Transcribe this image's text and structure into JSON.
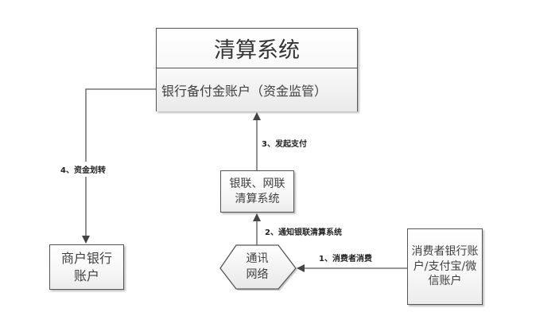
{
  "diagram": {
    "clearing_system": {
      "title": "清算系统",
      "subtitle": "银行备付金账户（资金监管）"
    },
    "unionpay_box": {
      "line1": "银联、网联",
      "line2": "清算系统"
    },
    "network_hex": {
      "line1": "通讯",
      "line2": "网络"
    },
    "merchant_box": {
      "line1": "商户银行",
      "line2": "账户"
    },
    "consumer_box": {
      "line1": "消费者银行账",
      "line2": "户/支付宝/微",
      "line3": "信账户"
    },
    "edges": [
      {
        "label": "1、消费者消费"
      },
      {
        "label": "2、通知银联清算系统"
      },
      {
        "label": "3、发起支付"
      },
      {
        "label": "4、资金划转"
      }
    ],
    "colors": {
      "line": "#595959",
      "box_border": "#555555",
      "text": "#404040"
    }
  }
}
